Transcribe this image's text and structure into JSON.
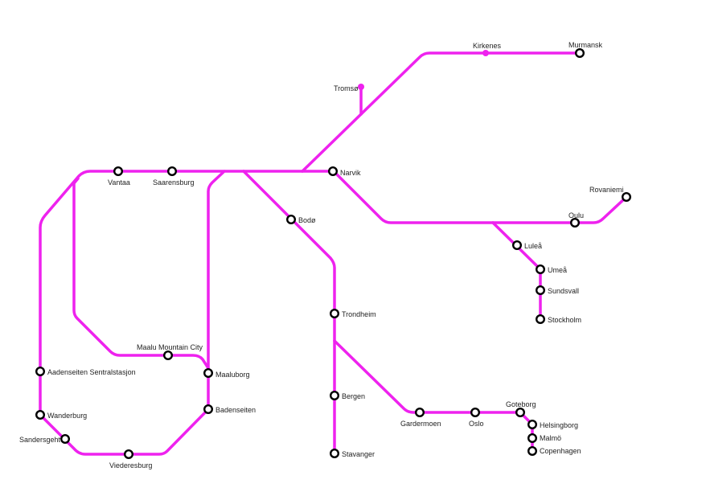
{
  "map": {
    "line_color": "#ee22ee",
    "station_stroke": "#000000",
    "station_fill": "#ffffff",
    "stations": [
      {
        "id": "murmansk",
        "name": "Murmansk",
        "type": "terminal"
      },
      {
        "id": "kirkenes",
        "name": "Kirkenes",
        "type": "dot"
      },
      {
        "id": "tromso",
        "name": "Tromsø",
        "type": "dot"
      },
      {
        "id": "vantaa",
        "name": "Vantaa",
        "type": "station"
      },
      {
        "id": "saarensburg",
        "name": "Saarensburg",
        "type": "station"
      },
      {
        "id": "narvik",
        "name": "Narvik",
        "type": "station"
      },
      {
        "id": "bodo",
        "name": "Bodø",
        "type": "station"
      },
      {
        "id": "rovaniemi",
        "name": "Rovaniemi",
        "type": "station"
      },
      {
        "id": "oulu",
        "name": "Oulu",
        "type": "station"
      },
      {
        "id": "lulea",
        "name": "Luleå",
        "type": "station"
      },
      {
        "id": "umea",
        "name": "Umeå",
        "type": "station"
      },
      {
        "id": "sundsvall",
        "name": "Sundsvall",
        "type": "station"
      },
      {
        "id": "stockholm",
        "name": "Stockholm",
        "type": "station"
      },
      {
        "id": "trondheim",
        "name": "Trondheim",
        "type": "station"
      },
      {
        "id": "bergen",
        "name": "Bergen",
        "type": "station"
      },
      {
        "id": "stavanger",
        "name": "Stavanger",
        "type": "station"
      },
      {
        "id": "gardermoen",
        "name": "Gardermoen",
        "type": "station"
      },
      {
        "id": "oslo",
        "name": "Oslo",
        "type": "station"
      },
      {
        "id": "goteborg",
        "name": "Goteborg",
        "type": "station"
      },
      {
        "id": "helsingborg",
        "name": "Helsingborg",
        "type": "station"
      },
      {
        "id": "malmo",
        "name": "Malmö",
        "type": "station"
      },
      {
        "id": "copenhagen",
        "name": "Copenhagen",
        "type": "station"
      },
      {
        "id": "maalu-mountain-city",
        "name": "Maalu Mountain City",
        "type": "station"
      },
      {
        "id": "maaluborg",
        "name": "Maaluborg",
        "type": "station"
      },
      {
        "id": "badenseiten",
        "name": "Badenseiten",
        "type": "station"
      },
      {
        "id": "aadenseiten-sentralstasjon",
        "name": "Aadenseiten Sentralstasjon",
        "type": "station"
      },
      {
        "id": "wanderburg",
        "name": "Wanderburg",
        "type": "station"
      },
      {
        "id": "sandersgeht",
        "name": "Sandersgeht",
        "type": "station"
      },
      {
        "id": "viederesburg",
        "name": "Viederesburg",
        "type": "station"
      }
    ]
  }
}
